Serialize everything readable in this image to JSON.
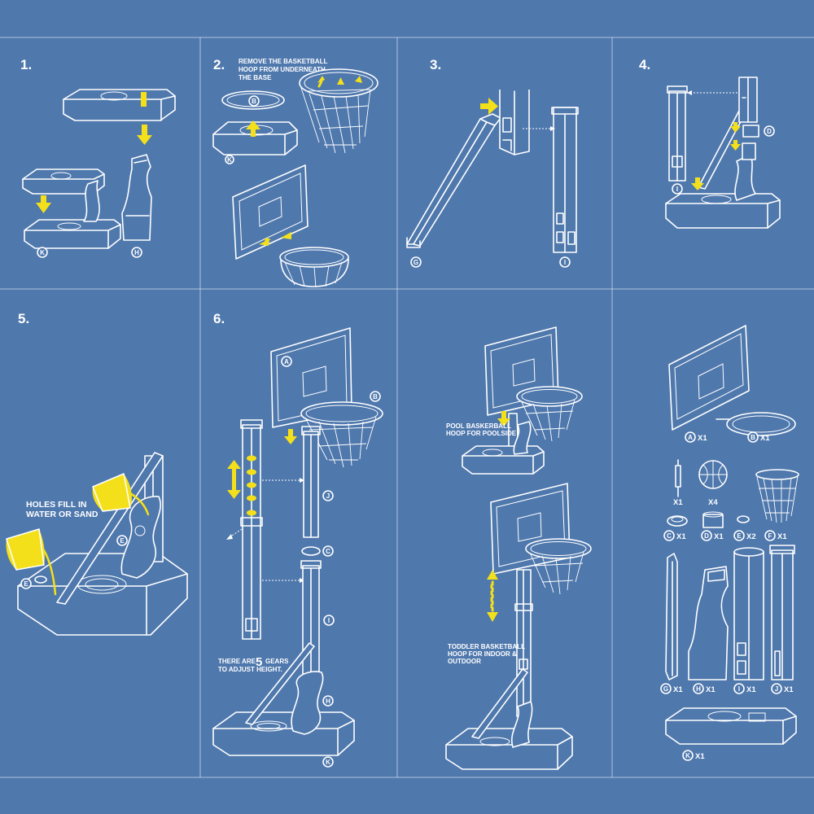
{
  "steps": {
    "s1": "1.",
    "s2": "2.",
    "s3": "3.",
    "s4": "4.",
    "s5": "5.",
    "s6": "6."
  },
  "notes": {
    "remove_hoop": [
      "REMOVE THE BASKETBALL",
      "HOOP FROM UNDERNEATH",
      "THE BASE"
    ],
    "holes_fill": [
      "HOLES FILL IN",
      "WATER OR SAND"
    ],
    "gears": [
      "THERE ARE",
      "GEARS",
      "TO ADJUST HEIGHT."
    ],
    "gears_count": "5",
    "pool": [
      "POOL BASKERBALL",
      "HOOP FOR POOLSIDE"
    ],
    "toddler": [
      "TODDLER BASKETBALL",
      "HOOP FOR INDOOR &",
      "OUTDOOR"
    ]
  },
  "labels": {
    "A": "A",
    "B": "B",
    "C": "C",
    "D": "D",
    "E": "E",
    "F": "F",
    "G": "G",
    "H": "H",
    "I": "I",
    "J": "J",
    "K": "K"
  },
  "parts_list": {
    "A": "X1",
    "B": "X1",
    "pump": "X1",
    "balls": "X4",
    "C": "X1",
    "D": "X1",
    "E": "X2",
    "F": "X1",
    "G": "X1",
    "H": "X1",
    "I": "X1",
    "J": "X1",
    "K": "X1"
  },
  "colors": {
    "background": "#4f78ad",
    "lines": "#ffffff",
    "accent_arrows": "#f4e01a"
  }
}
